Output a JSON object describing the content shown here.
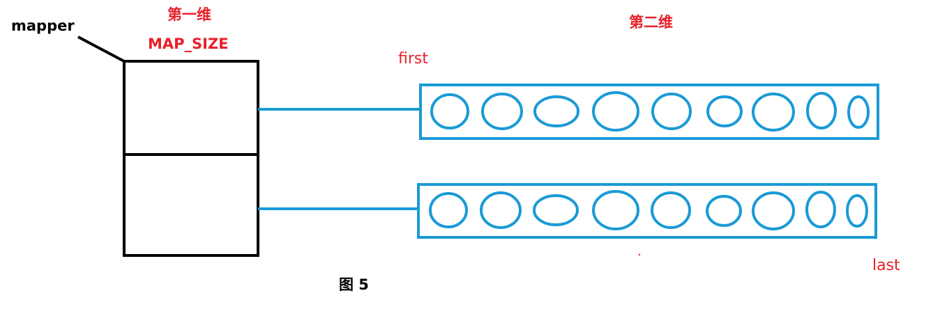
{
  "labels": {
    "mapper": "mapper",
    "first_dimension": "第一维",
    "map_size": "MAP_SIZE",
    "second_dimension": "第二维",
    "first": "first",
    "last": "last",
    "caption": "图 5"
  },
  "colors": {
    "annotation_red": "#e8202a",
    "outline_black": "#000000",
    "buffer_blue": "#1a9ad6"
  },
  "mapper_slot_count": 2,
  "buffers": [
    {
      "slot_index": 0,
      "element_count": 9
    },
    {
      "slot_index": 1,
      "element_count": 9
    }
  ]
}
